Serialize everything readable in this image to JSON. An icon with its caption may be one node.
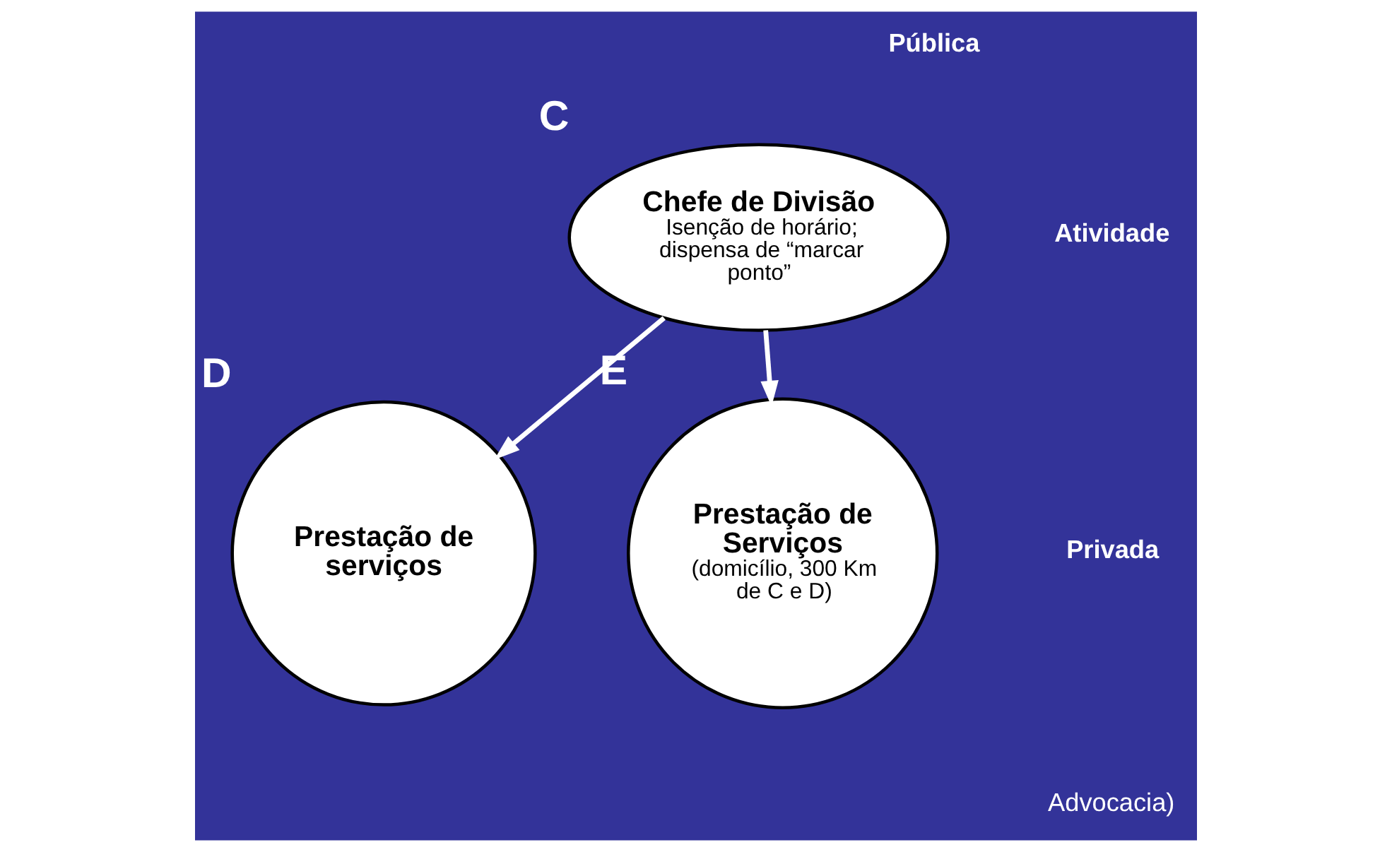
{
  "diagram": {
    "nodes": [
      {
        "text": [
          "Chefe de Divisão",
          "Isenção de horário;",
          "dispensa de “marcar ponto”"
        ],
        "beside": [
          "C"
        ]
      },
      {
        "text": [
          "Prestação de serviços"
        ],
        "beside": [
          "D"
        ]
      },
      {
        "text": [
          "Prestação de Serviços",
          "(domicílio, 300 Km de C e D)"
        ],
        "beside": [
          "E"
        ]
      }
    ],
    "edges": [
      {
        "from": 0,
        "to": 1,
        "arrow": "to"
      },
      {
        "from": 0,
        "to": 2,
        "arrow": "to"
      }
    ],
    "labels": [
      "Pública",
      "Atividade",
      "Privada",
      "Advocacia)"
    ]
  }
}
